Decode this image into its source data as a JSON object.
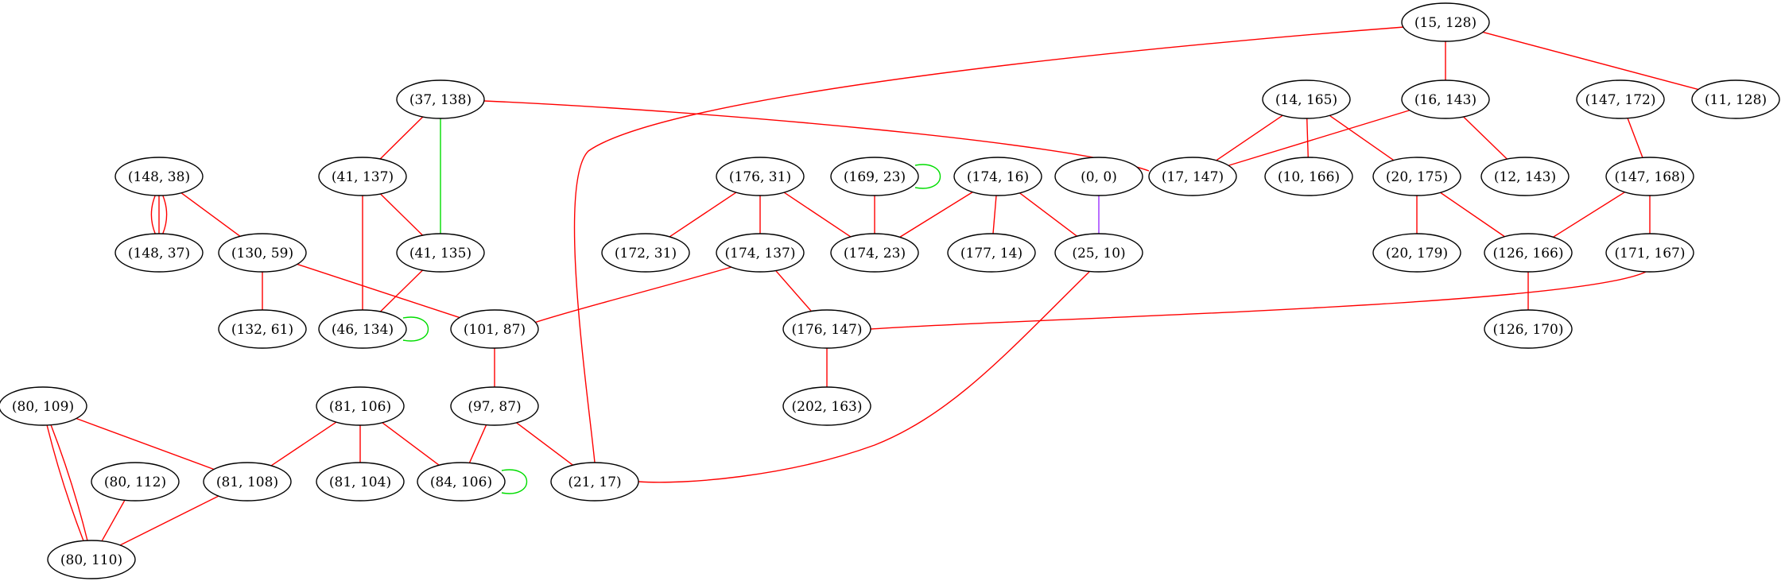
{
  "colors": {
    "red": "#ff0000",
    "green": "#00dd00",
    "purple": "#9b30ff",
    "node_stroke": "#000000"
  },
  "nodes": [
    {
      "id": "n15_128",
      "label": "(15, 128)"
    },
    {
      "id": "n37_138",
      "label": "(37, 138)"
    },
    {
      "id": "n14_165",
      "label": "(14, 165)"
    },
    {
      "id": "n16_143",
      "label": "(16, 143)"
    },
    {
      "id": "n147_172",
      "label": "(147, 172)"
    },
    {
      "id": "n11_128",
      "label": "(11, 128)"
    },
    {
      "id": "n148_38",
      "label": "(148, 38)"
    },
    {
      "id": "n41_137",
      "label": "(41, 137)"
    },
    {
      "id": "n176_31",
      "label": "(176, 31)"
    },
    {
      "id": "n169_23",
      "label": "(169, 23)"
    },
    {
      "id": "n174_16",
      "label": "(174, 16)"
    },
    {
      "id": "n0_0",
      "label": "(0, 0)"
    },
    {
      "id": "n17_147",
      "label": "(17, 147)"
    },
    {
      "id": "n10_166",
      "label": "(10, 166)"
    },
    {
      "id": "n20_175",
      "label": "(20, 175)"
    },
    {
      "id": "n12_143",
      "label": "(12, 143)"
    },
    {
      "id": "n147_168",
      "label": "(147, 168)"
    },
    {
      "id": "n148_37",
      "label": "(148, 37)"
    },
    {
      "id": "n130_59",
      "label": "(130, 59)"
    },
    {
      "id": "n41_135",
      "label": "(41, 135)"
    },
    {
      "id": "n172_31",
      "label": "(172, 31)"
    },
    {
      "id": "n174_137",
      "label": "(174, 137)"
    },
    {
      "id": "n174_23",
      "label": "(174, 23)"
    },
    {
      "id": "n177_14",
      "label": "(177, 14)"
    },
    {
      "id": "n25_10",
      "label": "(25, 10)"
    },
    {
      "id": "n20_179",
      "label": "(20, 179)"
    },
    {
      "id": "n126_166",
      "label": "(126, 166)"
    },
    {
      "id": "n171_167",
      "label": "(171, 167)"
    },
    {
      "id": "n132_61",
      "label": "(132, 61)"
    },
    {
      "id": "n46_134",
      "label": "(46, 134)"
    },
    {
      "id": "n101_87",
      "label": "(101, 87)"
    },
    {
      "id": "n176_147",
      "label": "(176, 147)"
    },
    {
      "id": "n126_170",
      "label": "(126, 170)"
    },
    {
      "id": "n80_109",
      "label": "(80, 109)"
    },
    {
      "id": "n81_106",
      "label": "(81, 106)"
    },
    {
      "id": "n97_87",
      "label": "(97, 87)"
    },
    {
      "id": "n202_163",
      "label": "(202, 163)"
    },
    {
      "id": "n80_112",
      "label": "(80, 112)"
    },
    {
      "id": "n81_108",
      "label": "(81, 108)"
    },
    {
      "id": "n81_104",
      "label": "(81, 104)"
    },
    {
      "id": "n84_106",
      "label": "(84, 106)"
    },
    {
      "id": "n21_17",
      "label": "(21, 17)"
    },
    {
      "id": "n80_110",
      "label": "(80, 110)"
    }
  ],
  "edges": [
    {
      "from": "n15_128",
      "to": "n16_143",
      "color": "red"
    },
    {
      "from": "n15_128",
      "to": "n11_128",
      "color": "red"
    },
    {
      "from": "n15_128",
      "to": "n21_17",
      "color": "red"
    },
    {
      "from": "n37_138",
      "to": "n41_137",
      "color": "red"
    },
    {
      "from": "n37_138",
      "to": "n41_135",
      "color": "green"
    },
    {
      "from": "n37_138",
      "to": "n17_147",
      "color": "red"
    },
    {
      "from": "n14_165",
      "to": "n17_147",
      "color": "red"
    },
    {
      "from": "n14_165",
      "to": "n10_166",
      "color": "red"
    },
    {
      "from": "n14_165",
      "to": "n20_175",
      "color": "red"
    },
    {
      "from": "n16_143",
      "to": "n17_147",
      "color": "red"
    },
    {
      "from": "n16_143",
      "to": "n12_143",
      "color": "red"
    },
    {
      "from": "n147_172",
      "to": "n147_168",
      "color": "red"
    },
    {
      "from": "n148_38",
      "to": "n148_37",
      "color": "red"
    },
    {
      "from": "n148_38",
      "to": "n148_37",
      "color": "red"
    },
    {
      "from": "n148_38",
      "to": "n148_37",
      "color": "red"
    },
    {
      "from": "n148_38",
      "to": "n130_59",
      "color": "red"
    },
    {
      "from": "n41_137",
      "to": "n41_135",
      "color": "red"
    },
    {
      "from": "n41_137",
      "to": "n46_134",
      "color": "red"
    },
    {
      "from": "n176_31",
      "to": "n172_31",
      "color": "red"
    },
    {
      "from": "n176_31",
      "to": "n174_137",
      "color": "red"
    },
    {
      "from": "n176_31",
      "to": "n174_23",
      "color": "red"
    },
    {
      "from": "n169_23",
      "to": "n169_23",
      "color": "green"
    },
    {
      "from": "n169_23",
      "to": "n174_23",
      "color": "red"
    },
    {
      "from": "n174_16",
      "to": "n174_23",
      "color": "red"
    },
    {
      "from": "n174_16",
      "to": "n177_14",
      "color": "red"
    },
    {
      "from": "n174_16",
      "to": "n25_10",
      "color": "red"
    },
    {
      "from": "n0_0",
      "to": "n25_10",
      "color": "purple"
    },
    {
      "from": "n20_175",
      "to": "n20_179",
      "color": "red"
    },
    {
      "from": "n20_175",
      "to": "n126_166",
      "color": "red"
    },
    {
      "from": "n147_168",
      "to": "n126_166",
      "color": "red"
    },
    {
      "from": "n147_168",
      "to": "n171_167",
      "color": "red"
    },
    {
      "from": "n130_59",
      "to": "n132_61",
      "color": "red"
    },
    {
      "from": "n130_59",
      "to": "n101_87",
      "color": "red"
    },
    {
      "from": "n41_135",
      "to": "n46_134",
      "color": "red"
    },
    {
      "from": "n46_134",
      "to": "n46_134",
      "color": "green"
    },
    {
      "from": "n174_137",
      "to": "n101_87",
      "color": "red"
    },
    {
      "from": "n174_137",
      "to": "n176_147",
      "color": "red"
    },
    {
      "from": "n25_10",
      "to": "n21_17",
      "color": "red"
    },
    {
      "from": "n126_166",
      "to": "n126_170",
      "color": "red"
    },
    {
      "from": "n171_167",
      "to": "n176_147",
      "color": "red"
    },
    {
      "from": "n101_87",
      "to": "n97_87",
      "color": "red"
    },
    {
      "from": "n176_147",
      "to": "n202_163",
      "color": "red"
    },
    {
      "from": "n80_109",
      "to": "n80_110",
      "color": "red"
    },
    {
      "from": "n80_109",
      "to": "n80_110",
      "color": "red"
    },
    {
      "from": "n80_109",
      "to": "n81_108",
      "color": "red"
    },
    {
      "from": "n81_106",
      "to": "n81_108",
      "color": "red"
    },
    {
      "from": "n81_106",
      "to": "n81_104",
      "color": "red"
    },
    {
      "from": "n81_106",
      "to": "n84_106",
      "color": "red"
    },
    {
      "from": "n97_87",
      "to": "n84_106",
      "color": "red"
    },
    {
      "from": "n97_87",
      "to": "n21_17",
      "color": "red"
    },
    {
      "from": "n84_106",
      "to": "n84_106",
      "color": "green"
    },
    {
      "from": "n80_112",
      "to": "n80_110",
      "color": "red"
    },
    {
      "from": "n81_108",
      "to": "n80_110",
      "color": "red"
    }
  ]
}
